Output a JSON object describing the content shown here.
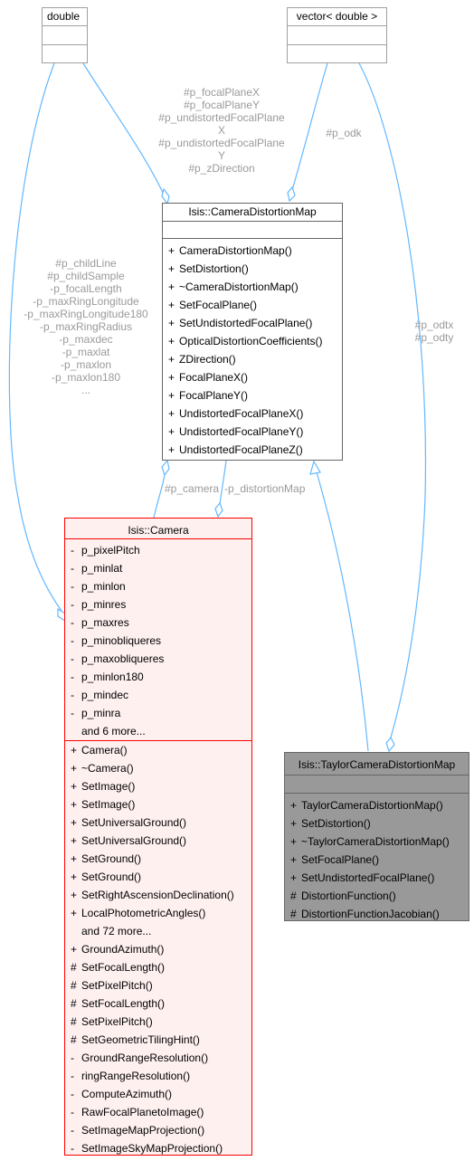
{
  "nodes": {
    "double": {
      "title": "double"
    },
    "vector": {
      "title": "vector< double >"
    },
    "distmap": {
      "title": "Isis::CameraDistortionMap",
      "methods": [
        {
          "vis": "+",
          "name": "CameraDistortionMap()"
        },
        {
          "vis": "+",
          "name": "SetDistortion()"
        },
        {
          "vis": "+",
          "name": "~CameraDistortionMap()"
        },
        {
          "vis": "+",
          "name": "SetFocalPlane()"
        },
        {
          "vis": "+",
          "name": "SetUndistortedFocalPlane()"
        },
        {
          "vis": "+",
          "name": "OpticalDistortionCoefficients()"
        },
        {
          "vis": "+",
          "name": "ZDirection()"
        },
        {
          "vis": "+",
          "name": "FocalPlaneX()"
        },
        {
          "vis": "+",
          "name": "FocalPlaneY()"
        },
        {
          "vis": "+",
          "name": "UndistortedFocalPlaneX()"
        },
        {
          "vis": "+",
          "name": "UndistortedFocalPlaneY()"
        },
        {
          "vis": "+",
          "name": "UndistortedFocalPlaneZ()"
        }
      ]
    },
    "camera": {
      "title": "Isis::Camera",
      "attributes": [
        {
          "vis": "-",
          "name": "p_pixelPitch"
        },
        {
          "vis": "-",
          "name": "p_minlat"
        },
        {
          "vis": "-",
          "name": "p_minlon"
        },
        {
          "vis": "-",
          "name": "p_minres"
        },
        {
          "vis": "-",
          "name": "p_maxres"
        },
        {
          "vis": "-",
          "name": "p_minobliqueres"
        },
        {
          "vis": "-",
          "name": "p_maxobliqueres"
        },
        {
          "vis": "-",
          "name": "p_minlon180"
        },
        {
          "vis": "-",
          "name": "p_mindec"
        },
        {
          "vis": "-",
          "name": "p_minra"
        },
        {
          "vis": "",
          "name": "and 6 more..."
        }
      ],
      "methods": [
        {
          "vis": "+",
          "name": "Camera()"
        },
        {
          "vis": "+",
          "name": "~Camera()"
        },
        {
          "vis": "+",
          "name": "SetImage()"
        },
        {
          "vis": "+",
          "name": "SetImage()"
        },
        {
          "vis": "+",
          "name": "SetUniversalGround()"
        },
        {
          "vis": "+",
          "name": "SetUniversalGround()"
        },
        {
          "vis": "+",
          "name": "SetGround()"
        },
        {
          "vis": "+",
          "name": "SetGround()"
        },
        {
          "vis": "+",
          "name": "SetRightAscensionDeclination()"
        },
        {
          "vis": "+",
          "name": "LocalPhotometricAngles()"
        },
        {
          "vis": "",
          "name": "and 72 more..."
        },
        {
          "vis": "+",
          "name": "GroundAzimuth()"
        },
        {
          "vis": "#",
          "name": "SetFocalLength()"
        },
        {
          "vis": "#",
          "name": "SetPixelPitch()"
        },
        {
          "vis": "#",
          "name": "SetFocalLength()"
        },
        {
          "vis": "#",
          "name": "SetPixelPitch()"
        },
        {
          "vis": "#",
          "name": "SetGeometricTilingHint()"
        },
        {
          "vis": "-",
          "name": "GroundRangeResolution()"
        },
        {
          "vis": "-",
          "name": "ringRangeResolution()"
        },
        {
          "vis": "-",
          "name": "ComputeAzimuth()"
        },
        {
          "vis": "-",
          "name": "RawFocalPlanetoImage()"
        },
        {
          "vis": "-",
          "name": "SetImageMapProjection()"
        },
        {
          "vis": "-",
          "name": "SetImageSkyMapProjection()"
        }
      ]
    },
    "taylor": {
      "title": "Isis::TaylorCameraDistortionMap",
      "methods": [
        {
          "vis": "+",
          "name": "TaylorCameraDistortionMap()"
        },
        {
          "vis": "+",
          "name": "SetDistortion()"
        },
        {
          "vis": "+",
          "name": "~TaylorCameraDistortionMap()"
        },
        {
          "vis": "+",
          "name": "SetFocalPlane()"
        },
        {
          "vis": "+",
          "name": "SetUndistortedFocalPlane()"
        },
        {
          "vis": "#",
          "name": "DistortionFunction()"
        },
        {
          "vis": "#",
          "name": "DistortionFunctionJacobian()"
        }
      ]
    }
  },
  "edge_labels": {
    "double_to_distmap": [
      "#p_focalPlaneX",
      "#p_focalPlaneY",
      "#p_undistortedFocalPlane",
      "X",
      "#p_undistortedFocalPlane",
      "Y",
      "#p_zDirection"
    ],
    "vector_to_distmap": [
      "#p_odk"
    ],
    "double_to_camera": [
      "#p_childLine",
      "#p_childSample",
      "-p_focalLength",
      "-p_maxRingLongitude",
      "-p_maxRingLongitude180",
      "-p_maxRingRadius",
      "-p_maxdec",
      "-p_maxlat",
      "-p_maxlon",
      "-p_maxlon180",
      "..."
    ],
    "vector_to_taylor": [
      "#p_odtx",
      "#p_odty"
    ],
    "distmap_camera": [
      "#p_camera",
      "-p_distortionMap"
    ]
  },
  "colors": {
    "edge": "#63b8ff",
    "label": "#9a9a9a"
  }
}
